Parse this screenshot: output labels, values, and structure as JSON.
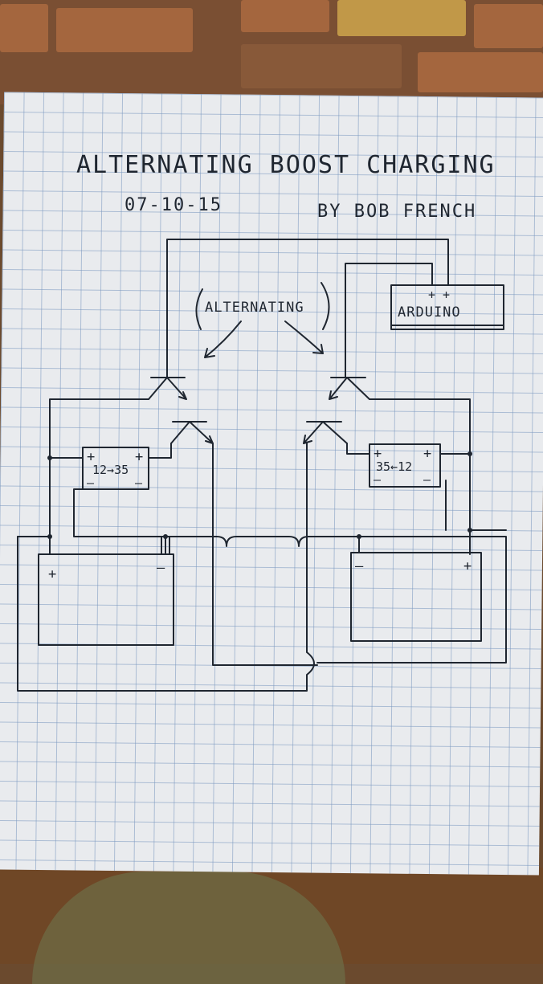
{
  "title": "ALTERNATING BOOST CHARGING",
  "date": "07-10-15",
  "author": "BY BOB FRENCH",
  "alternating_label": "ALTERNATING",
  "controller_label": "ARDUINO",
  "controller_pins": "+ +",
  "left_converter": {
    "label": "12→35",
    "plus": "+",
    "minus": "—"
  },
  "right_converter": {
    "label": "35←12",
    "plus": "+",
    "minus": "—"
  },
  "left_battery": {
    "plus": "+",
    "minus": "—"
  },
  "right_battery": {
    "plus": "+",
    "minus": "—"
  }
}
